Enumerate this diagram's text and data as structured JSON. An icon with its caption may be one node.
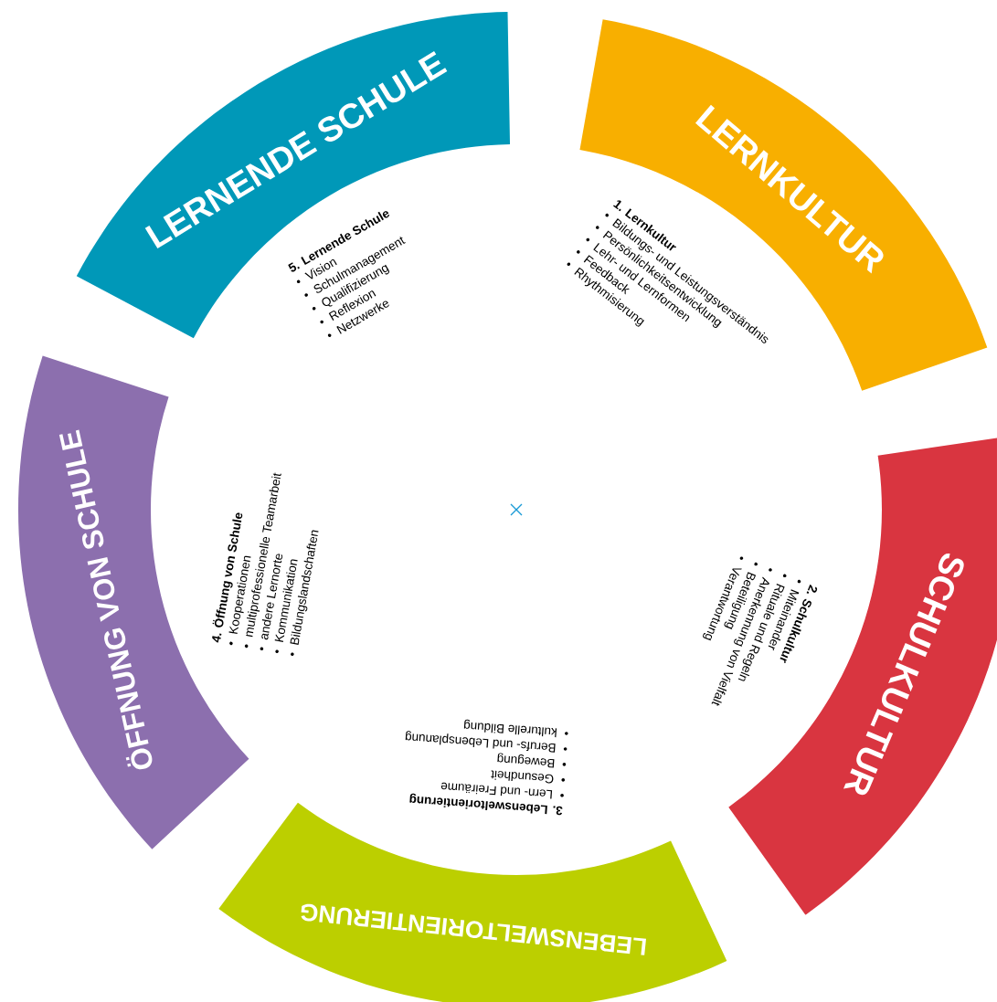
{
  "diagram": {
    "nodes": [
      {
        "text": [
          "LERNKULTUR"
        ]
      },
      {
        "text": [
          "SCHULKULTUR"
        ]
      },
      {
        "text": [
          "LEBENSWELTORIENTIERUNG"
        ]
      },
      {
        "text": [
          "ÖFFNUNG VON SCHULE"
        ]
      },
      {
        "text": [
          "LERNENDE SCHULE"
        ]
      }
    ],
    "labels": [
      "1. Lernkultur",
      "Bildungs- und Leistungsverständnis",
      "Persönlichkeitsentwicklung",
      "Lehr- und Lernformen",
      "Feedback",
      "Rhythmisierung",
      "2. Schulkultur",
      "Miteinander",
      "Rituale und Regeln",
      "Anerkennung von Vielfalt",
      "Beteiligung",
      "Verantwortung",
      "3. Lebensweltorientierung",
      "Lern- und Freiräume",
      "Gesundheit",
      "Bewegung",
      "Berufs- und Lebensplanung",
      "kulturelle Bildung",
      "4. Öffnung von Schule",
      "Kooperationen",
      "multiprofessionelle Teamarbeit",
      "andere Lernorte",
      "Kommunikation",
      "Bildungslandschaften",
      "5. Lernende Schule",
      "Vision",
      "Schulmanagement",
      "Qualifizierung",
      "Reflexion",
      "Netzwerke"
    ]
  }
}
